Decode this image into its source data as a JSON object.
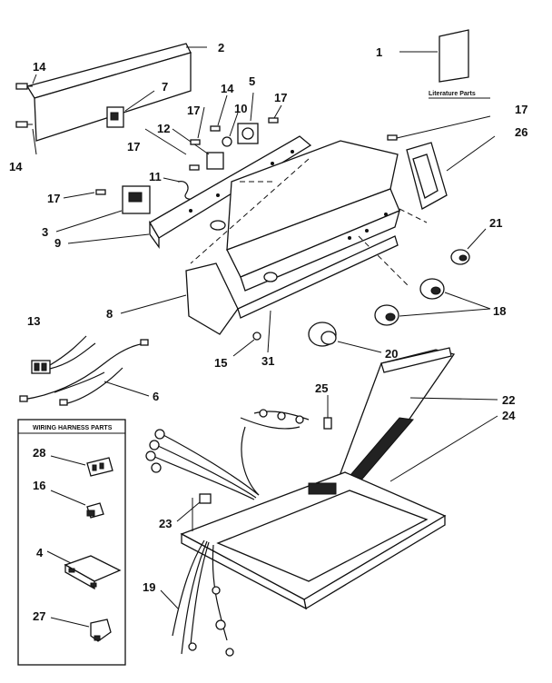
{
  "callouts": {
    "n1": "1",
    "n2": "2",
    "n3": "3",
    "n4": "4",
    "n5": "5",
    "n6": "6",
    "n7": "7",
    "n8": "8",
    "n9": "9",
    "n10": "10",
    "n11": "11",
    "n12": "12",
    "n13": "13",
    "n14a": "14",
    "n14b": "14",
    "n14c": "14",
    "n15": "15",
    "n16": "16",
    "n17a": "17",
    "n17b": "17",
    "n17c": "17",
    "n17d": "17",
    "n17e": "17",
    "n18": "18",
    "n19": "19",
    "n20": "20",
    "n21": "21",
    "n22": "22",
    "n23": "23",
    "n24": "24",
    "n25": "25",
    "n26": "26",
    "n27": "27",
    "n28": "28",
    "n31": "31"
  },
  "labels": {
    "literature": "Literature Parts",
    "wiring_harness_header": "WIRING HARNESS PARTS"
  }
}
